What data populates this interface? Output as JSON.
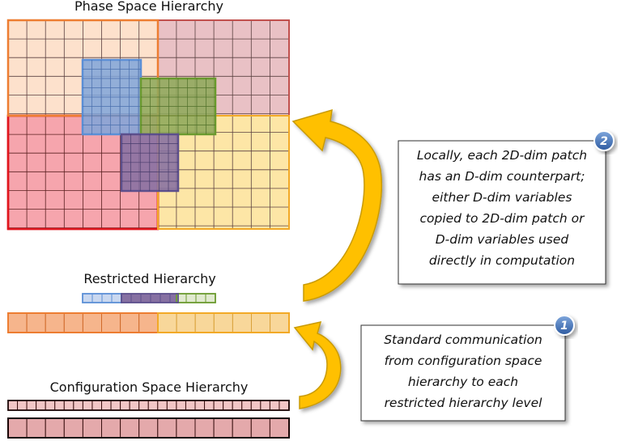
{
  "labels": {
    "phase": "Phase Space Hierarchy",
    "restricted": "Restricted Hierarchy",
    "configuration": "Configuration Space Hierarchy"
  },
  "callouts": [
    {
      "badge": "2",
      "lines": [
        "Locally, each 2D-dim patch",
        "has an D-dim counterpart;",
        "either D-dim variables",
        "copied to 2D-dim patch or",
        "D-dim variables used",
        "directly in computation"
      ]
    },
    {
      "badge": "1",
      "lines": [
        "Standard communication",
        "from configuration space",
        "hierarchy to each",
        "restricted hierarchy level"
      ]
    }
  ],
  "colors": {
    "orange": "#ed7d31",
    "orange_fill": "#fde1cc",
    "rose": "#c0504d",
    "rose_fill": "#e9c1c5",
    "red": "#e0151d",
    "red_fill": "#f6a5ad",
    "yellow": "#f2a926",
    "yellow_fill": "#fde6a6",
    "blue": "#5b8fd6",
    "blue_fill": "#7fa5d9",
    "green": "#6a9a2e",
    "green_fill": "#8ea85b",
    "purple": "#5c4f8c",
    "purple_fill": "#8670a2",
    "arrow": "#ffc000",
    "arrow_edge": "#c99a00",
    "badge": "#3d6db5",
    "config_fill": "#f2c6c6",
    "config_fill2": "#e4a9ab"
  },
  "icons": [
    "curved-up-arrow-icon",
    "curved-up-arrow-icon",
    "number-badge-icon"
  ]
}
